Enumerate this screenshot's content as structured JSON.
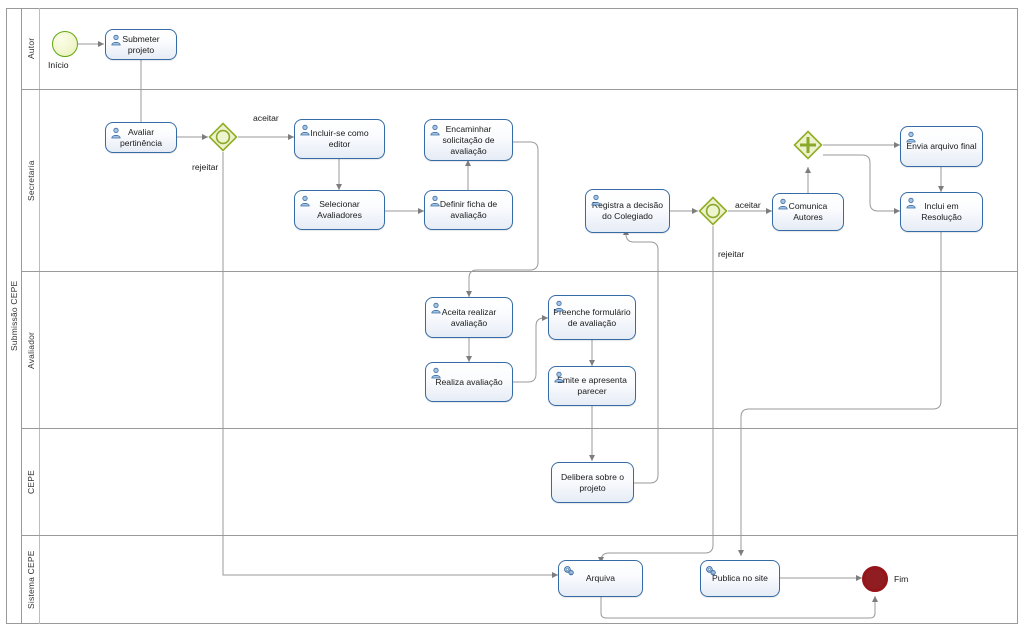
{
  "diagram": {
    "type": "bpmn-process-diagram",
    "pool": {
      "label": "Submissão CEPE"
    },
    "lanes": [
      {
        "id": "autor",
        "label": "Autor"
      },
      {
        "id": "secretaria",
        "label": "Secretaria"
      },
      {
        "id": "avaliador",
        "label": "Avaliador"
      },
      {
        "id": "cepe",
        "label": "CEPE"
      },
      {
        "id": "sistema-cepe",
        "label": "Sistema CEPE"
      }
    ],
    "events": [
      {
        "id": "inicio",
        "kind": "start-event",
        "caption": "Início",
        "lane": "autor"
      },
      {
        "id": "fim",
        "kind": "end-event",
        "caption": "Fim",
        "lane": "sistema-cepe"
      }
    ],
    "tasks": [
      {
        "id": "submeter-projeto",
        "label": "Submeter projeto",
        "icon": "user-task-icon",
        "lane": "autor"
      },
      {
        "id": "avaliar-pertinencia",
        "label": "Avaliar pertinência",
        "icon": "user-task-icon",
        "lane": "secretaria"
      },
      {
        "id": "incluir-se-como-editor",
        "label": "Incluir-se como editor",
        "icon": "user-task-icon",
        "lane": "secretaria"
      },
      {
        "id": "selecionar-avaliadores",
        "label": "Selecionar Avaliadores",
        "icon": "user-task-icon",
        "lane": "secretaria"
      },
      {
        "id": "definir-ficha",
        "label": "Definir ficha de avaliação",
        "icon": "user-task-icon",
        "lane": "secretaria"
      },
      {
        "id": "encaminhar-solicitacao",
        "label": "Encaminhar solicitação de avaliação",
        "icon": "user-task-icon",
        "lane": "secretaria"
      },
      {
        "id": "registra-decisao",
        "label": "Registra a decisão do Colegiado",
        "icon": "user-task-icon",
        "lane": "secretaria"
      },
      {
        "id": "comunica-autores",
        "label": "Comunica Autores",
        "icon": "user-task-icon",
        "lane": "secretaria"
      },
      {
        "id": "envia-arquivo-final",
        "label": "Envia arquivo final",
        "icon": "user-task-icon",
        "lane": "secretaria"
      },
      {
        "id": "inclui-em-resolucao",
        "label": "Inclui em Resolução",
        "icon": "user-task-icon",
        "lane": "secretaria"
      },
      {
        "id": "aceita-realizar",
        "label": "Aceita realizar avaliação",
        "icon": "user-task-icon",
        "lane": "avaliador"
      },
      {
        "id": "realiza-avaliacao",
        "label": "Realiza avaliação",
        "icon": "user-task-icon",
        "lane": "avaliador"
      },
      {
        "id": "preenche-formulario",
        "label": "Preenche formulário de avaliação",
        "icon": "user-task-icon",
        "lane": "avaliador"
      },
      {
        "id": "emite-parecer",
        "label": "Emite e apresenta parecer",
        "icon": "user-task-icon",
        "lane": "avaliador"
      },
      {
        "id": "delibera-projeto",
        "label": "Delibera sobre o projeto",
        "icon": "none",
        "lane": "cepe"
      },
      {
        "id": "arquiva",
        "label": "Arquiva",
        "icon": "service-task-icon",
        "lane": "sistema-cepe"
      },
      {
        "id": "publica-no-site",
        "label": "Publica no site",
        "icon": "service-task-icon",
        "lane": "sistema-cepe"
      }
    ],
    "gateways": [
      {
        "id": "gw-pertinencia",
        "kind": "exclusive-gateway",
        "lane": "secretaria"
      },
      {
        "id": "gw-decisao",
        "kind": "exclusive-gateway",
        "lane": "secretaria"
      },
      {
        "id": "gw-parallel",
        "kind": "parallel-gateway",
        "lane": "secretaria"
      }
    ],
    "flow_labels": [
      {
        "id": "aceitar-1",
        "text": "aceitar"
      },
      {
        "id": "rejeitar-1",
        "text": "rejeitar"
      },
      {
        "id": "aceitar-2",
        "text": "aceitar"
      },
      {
        "id": "rejeitar-2",
        "text": "rejeitar"
      }
    ],
    "colors": {
      "task_border": "#356ba6",
      "start_event_border": "#62a70f",
      "end_event": "#8f1d22",
      "gateway_fill": "#e9efc2",
      "gateway_border": "#8fae27",
      "lane_border": "#9a9a9a",
      "connector": "#9a9a9a"
    }
  }
}
